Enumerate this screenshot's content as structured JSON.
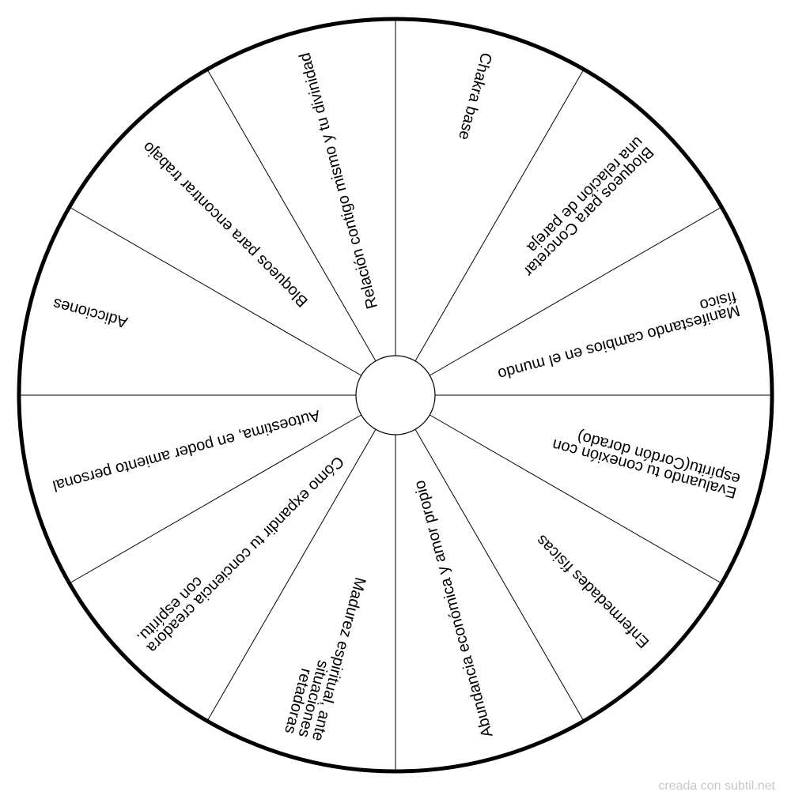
{
  "wheel": {
    "segments": [
      {
        "label_lines": [
          "Chakra base"
        ]
      },
      {
        "label_lines": [
          "Bloqueos para Concretar",
          "una relación de pareja"
        ]
      },
      {
        "label_lines": [
          "Manifestando cambios en el mundo",
          "físico"
        ]
      },
      {
        "label_lines": [
          "Evaluando tu conexión con",
          "espíritu(Cordón dorado)"
        ]
      },
      {
        "label_lines": [
          "Enfermedades físicas"
        ]
      },
      {
        "label_lines": [
          "Abundancia económica y amor propio"
        ]
      },
      {
        "label_lines": [
          "Madurez espiritual, ante",
          "situaciones",
          "retadoras"
        ]
      },
      {
        "label_lines": [
          "Cómo expandir tu conciencia creadora",
          "con espíritu."
        ]
      },
      {
        "label_lines": [
          "Autoestima, en poder amiento personal"
        ]
      },
      {
        "label_lines": [
          "Adicciones"
        ]
      },
      {
        "label_lines": [
          "Bloqueos para encontrar trabajo"
        ]
      },
      {
        "label_lines": [
          "Relación contigo mismo y tu divinidad"
        ]
      }
    ],
    "colors": {
      "stroke": "#000000",
      "fill": "#ffffff"
    }
  },
  "footer": {
    "credit": "creada con subtil.net"
  }
}
